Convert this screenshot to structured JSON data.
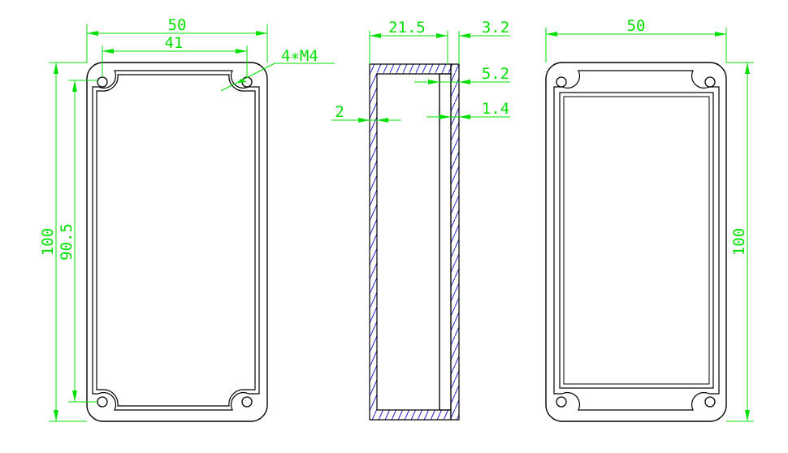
{
  "colors": {
    "background": "#ffffff",
    "outline": "#000000",
    "dimension": "#00e000",
    "hatch": "#2222cc"
  },
  "front_view": {
    "width_outer": "50",
    "width_holes": "41",
    "holes_note": "4∗M4",
    "height_outer": "100",
    "height_holes": "90.5"
  },
  "section_view": {
    "depth_total": "21.5",
    "lip_width": "3.2",
    "lip_depth": "5.2",
    "wall_thickness": "2",
    "lip_thickness": "1.4"
  },
  "back_view": {
    "width": "50",
    "height": "100"
  }
}
